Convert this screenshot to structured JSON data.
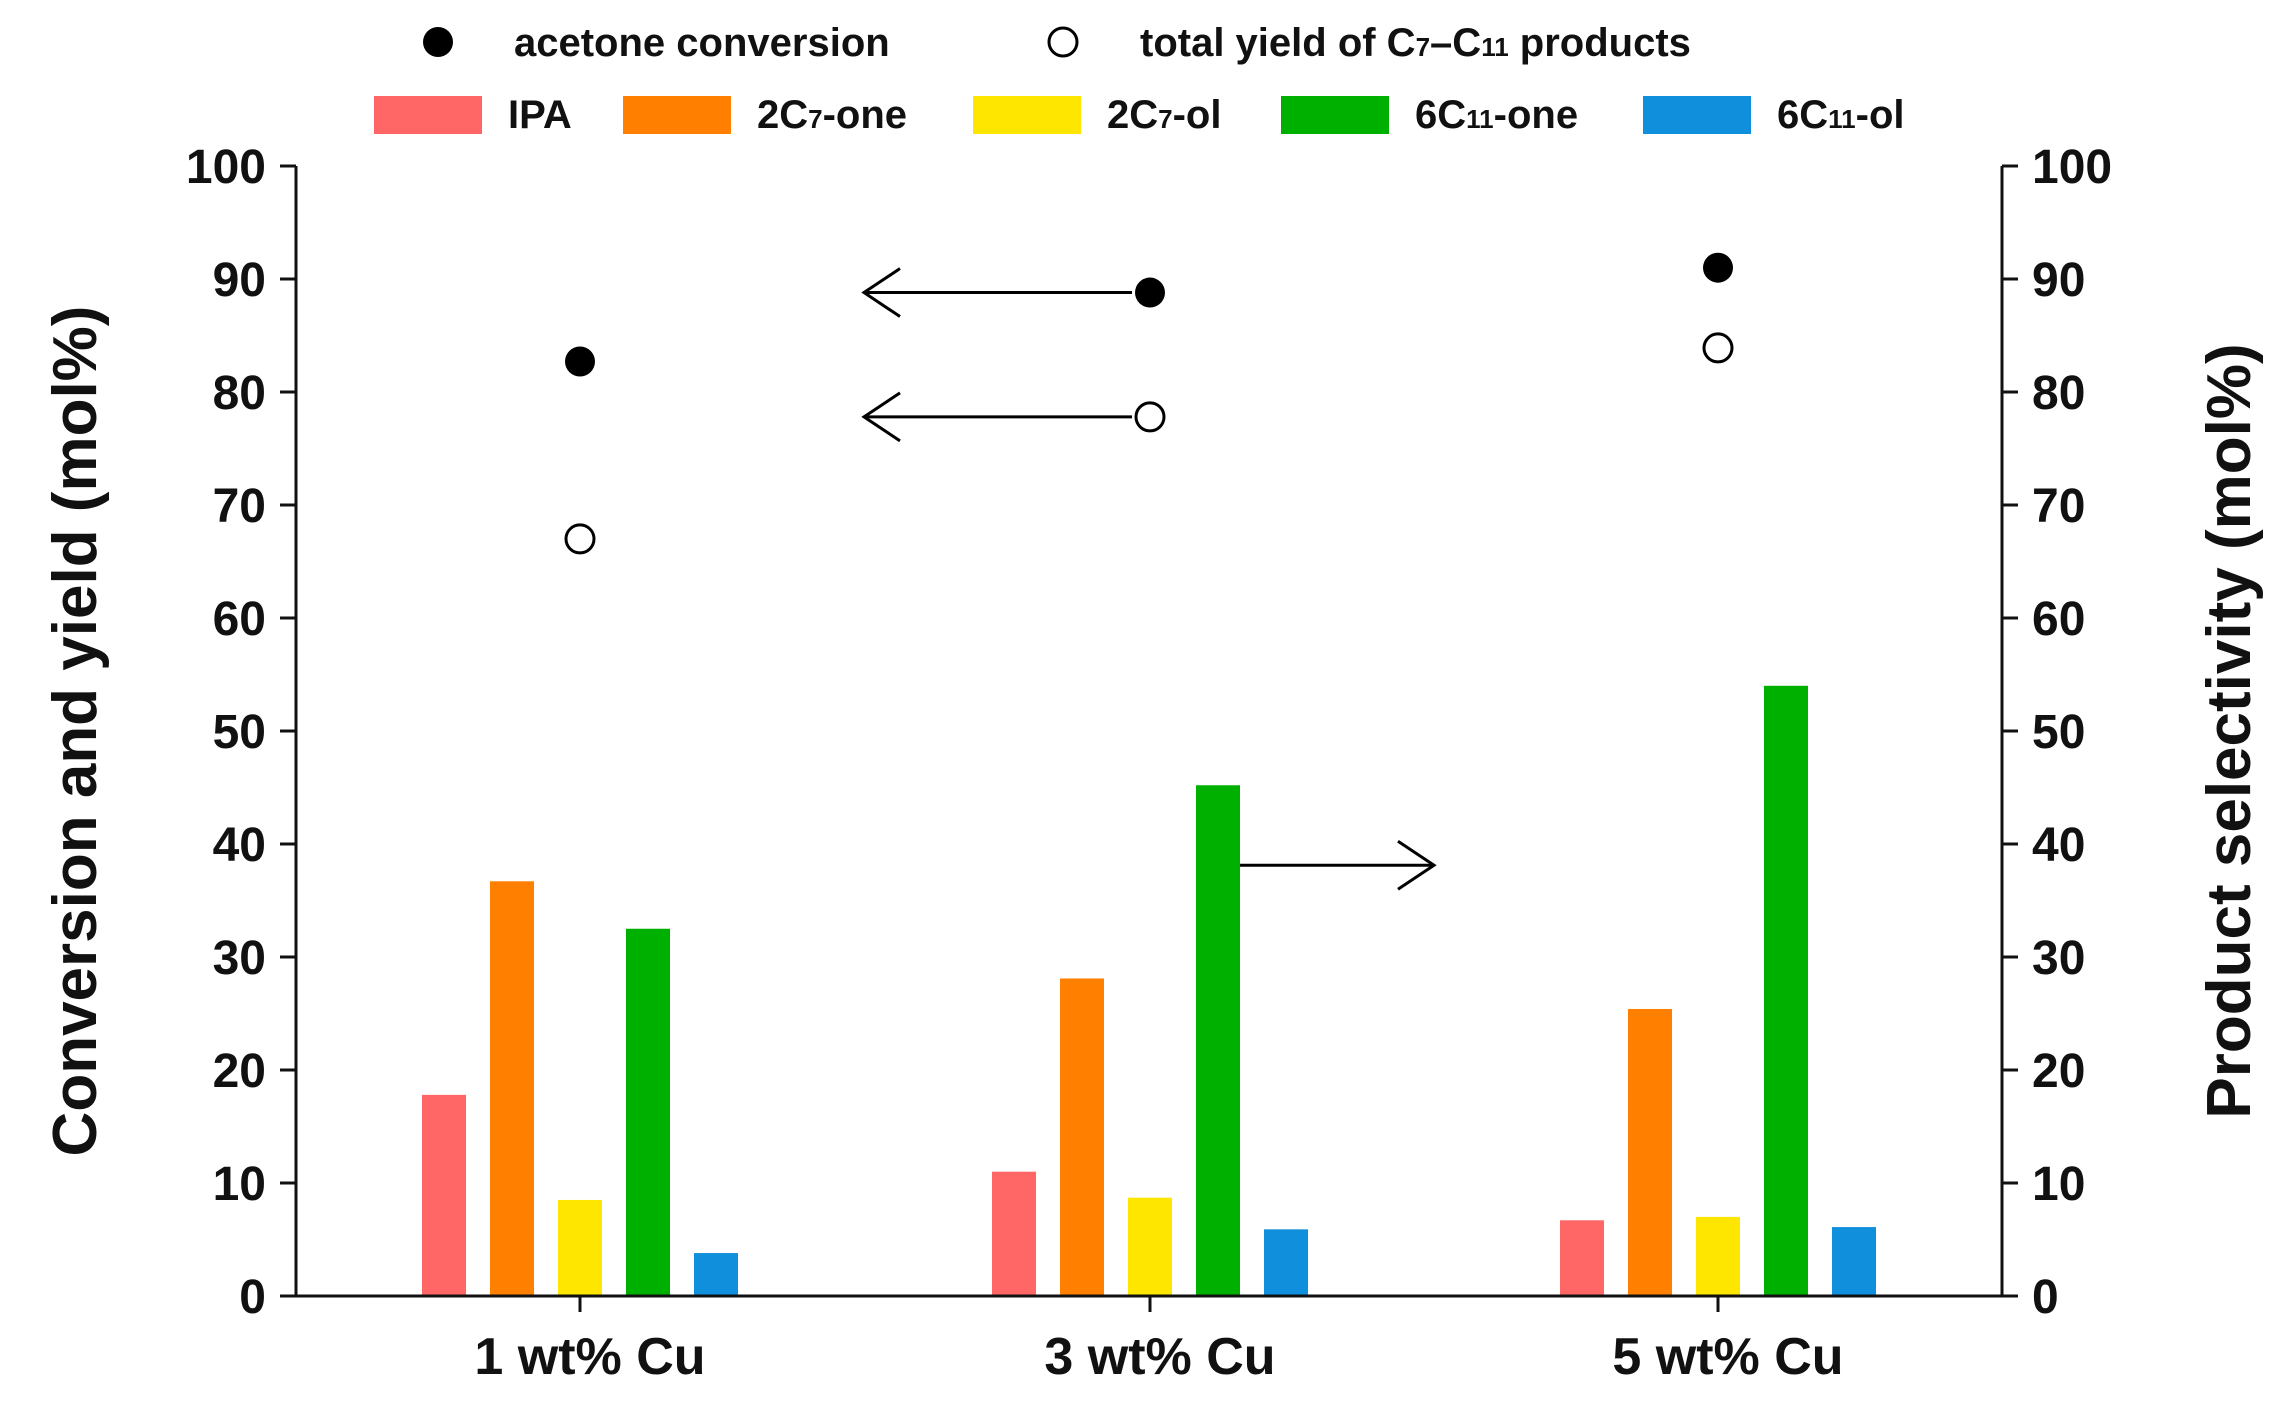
{
  "chart_data": {
    "type": "bar",
    "categories": [
      "1 wt% Cu",
      "3 wt% Cu",
      "5 wt% Cu"
    ],
    "bar_series": [
      {
        "name": "IPA",
        "name_parts": [
          "IPA"
        ],
        "color": "#ff6666",
        "values": [
          17.8,
          11.0,
          6.7
        ]
      },
      {
        "name": "2C7-one",
        "name_parts": [
          "2C",
          "7",
          "-one"
        ],
        "color": "#ff7f00",
        "values": [
          36.7,
          28.1,
          25.4
        ]
      },
      {
        "name": "2C7-ol",
        "name_parts": [
          "2C",
          "7",
          "-ol"
        ],
        "color": "#ffe600",
        "values": [
          8.5,
          8.7,
          7.0
        ]
      },
      {
        "name": "6C11-one",
        "name_parts": [
          "6C",
          "11",
          "-one"
        ],
        "color": "#00b000",
        "values": [
          32.5,
          45.2,
          54.0
        ]
      },
      {
        "name": "6C11-ol",
        "name_parts": [
          "6C",
          "11",
          "-ol"
        ],
        "color": "#0f8fdc",
        "values": [
          3.8,
          5.9,
          6.1
        ]
      }
    ],
    "scatter_series": [
      {
        "name": "acetone conversion",
        "marker": "filled-circle",
        "values": [
          82.7,
          88.8,
          91.0
        ]
      },
      {
        "name": "total yield of C7–C11 products",
        "name_parts": [
          "total yield of C",
          "7",
          "–C",
          "11",
          " products"
        ],
        "marker": "open-circle",
        "values": [
          67.0,
          77.8,
          83.9
        ]
      }
    ],
    "ylabel_left": "Conversion and yield (mol%)",
    "ylabel_right": "Product selectivity (mol%)",
    "xlabel": "",
    "ylim": [
      0,
      100
    ],
    "yticks": [
      0,
      10,
      20,
      30,
      40,
      50,
      60,
      70,
      80,
      90,
      100
    ],
    "legend_position": "top",
    "grid": false,
    "annotations": [
      {
        "type": "arrow",
        "direction": "left",
        "points_to": "left-axis",
        "from_category": 1,
        "series": "acetone conversion"
      },
      {
        "type": "arrow",
        "direction": "left",
        "points_to": "left-axis",
        "from_category": 1,
        "series": "total yield of C7–C11 products"
      },
      {
        "type": "arrow",
        "direction": "right",
        "points_to": "right-axis",
        "from_category": 1,
        "series": "6C11-one"
      }
    ]
  }
}
